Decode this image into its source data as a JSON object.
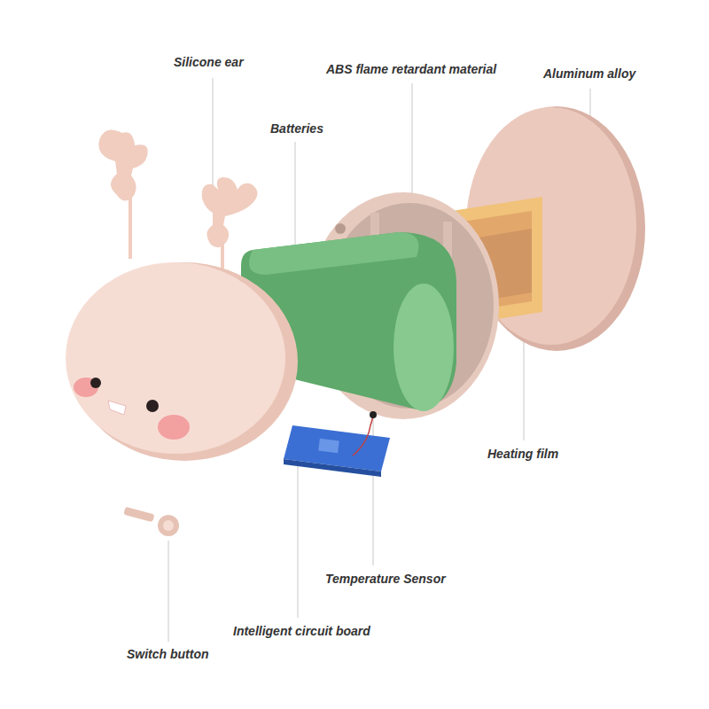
{
  "diagram": {
    "labels": [
      "Silicone ear",
      "ABS flame retardant material",
      "Aluminum alloy",
      "Batteries",
      "Heating film",
      "Temperature Sensor",
      "Intelligent circuit board",
      "Switch button"
    ]
  }
}
